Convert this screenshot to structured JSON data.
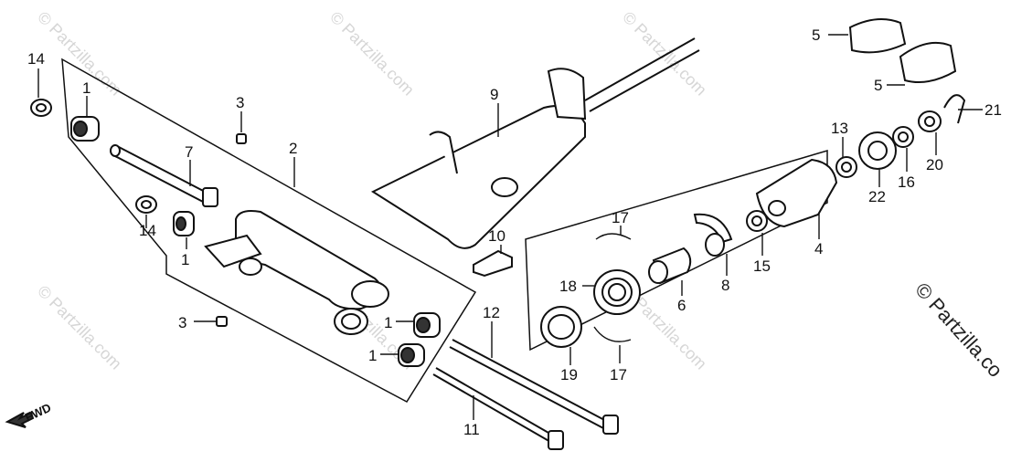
{
  "watermark": {
    "repeat_text": "© Partzilla.com",
    "corner_text": "© Partzilla.co"
  },
  "direction_label": "FWD",
  "callouts": [
    "1",
    "1",
    "1",
    "1",
    "2",
    "3",
    "3",
    "4",
    "5",
    "5",
    "6",
    "7",
    "8",
    "9",
    "10",
    "11",
    "12",
    "13",
    "14",
    "14",
    "15",
    "16",
    "17",
    "17",
    "18",
    "19",
    "20",
    "21",
    "22"
  ]
}
